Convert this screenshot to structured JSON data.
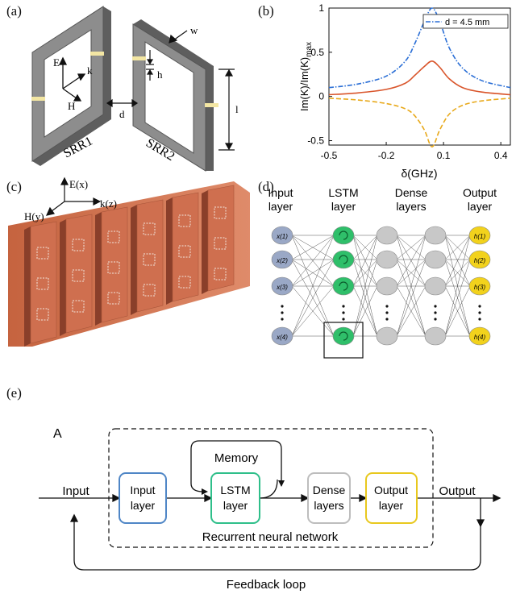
{
  "panels": {
    "a": {
      "label": "(a)",
      "srr1": "SRR1",
      "srr2": "SRR2",
      "axis_e": "E",
      "axis_k": "k",
      "axis_h": "H",
      "dim_d": "d",
      "dim_w": "w",
      "dim_h": "h",
      "dim_l": "l",
      "colors": {
        "ring": "#8d8d8d",
        "ring_dark": "#5e5e5e",
        "gap": "#f3e6a3"
      }
    },
    "b": {
      "label": "(b)",
      "ylabel": "Im(K)/Im(K)",
      "ylabel_sub": "max",
      "xlabel": "δ(GHz)",
      "legend": "d = 4.5 mm"
    },
    "c": {
      "label": "(c)",
      "axis_e": "E(x)",
      "axis_h": "H(y)",
      "axis_k": "k(z)",
      "colors": {
        "sheet": "#cf6f4f",
        "sheet_dark": "#8a3f2a"
      }
    },
    "d": {
      "label": "(d)",
      "layer_titles": [
        "Input\nlayer",
        "LSTM\nlayer",
        "Dense\nlayers",
        "Output\nlayer"
      ],
      "input_nodes": [
        "x(1)",
        "x(2)",
        "x(3)",
        "x(4)"
      ],
      "output_nodes": [
        "h(1)",
        "h(2)",
        "h(3)",
        "h(4)"
      ],
      "colors": {
        "input": "#9aa8c6",
        "lstm": "#2fbf6a",
        "dense": "#c8c8c8",
        "output": "#f2d21c"
      }
    },
    "e": {
      "label": "(e)",
      "corner_label": "A",
      "input_label": "Input",
      "output_label": "Output",
      "memory_label": "Memory",
      "rnn_label": "Recurrent neural network",
      "feedback_label": "Feedback loop",
      "boxes": [
        {
          "line1": "Input",
          "line2": "layer",
          "color": "#4f86c6"
        },
        {
          "line1": "LSTM",
          "line2": "layer",
          "color": "#2fbf8a"
        },
        {
          "line1": "Dense",
          "line2": "layers",
          "color": "#bdbdbd"
        },
        {
          "line1": "Output",
          "line2": "layer",
          "color": "#e8c81e"
        }
      ]
    }
  },
  "chart_data": {
    "type": "line",
    "title": "",
    "xlabel": "δ(GHz)",
    "ylabel": "Im(K)/Im(K)max",
    "xlim": [
      -0.5,
      0.45
    ],
    "ylim": [
      -0.55,
      1.0
    ],
    "xticks": [
      "-0.5",
      "-0.2",
      "0.1",
      "0.4"
    ],
    "yticks": [
      "1",
      "0.5",
      "0",
      "-0.5"
    ],
    "legend": "top-right",
    "grid": false,
    "series": [
      {
        "name": "d = 4.5 mm",
        "style": "dash-dot",
        "color": "#2b6fd6",
        "x": [
          -0.5,
          -0.35,
          -0.2,
          -0.1,
          -0.05,
          0.0,
          0.04,
          0.08,
          0.13,
          0.2,
          0.3,
          0.45
        ],
        "y": [
          0.1,
          0.14,
          0.23,
          0.4,
          0.6,
          0.85,
          1.0,
          0.85,
          0.55,
          0.32,
          0.18,
          0.1
        ]
      },
      {
        "style": "solid",
        "color": "#d9552b",
        "x": [
          -0.5,
          -0.35,
          -0.2,
          -0.1,
          -0.05,
          0.0,
          0.04,
          0.08,
          0.13,
          0.2,
          0.3,
          0.45
        ],
        "y": [
          0.02,
          0.04,
          0.08,
          0.15,
          0.24,
          0.34,
          0.4,
          0.33,
          0.2,
          0.1,
          0.05,
          0.02
        ]
      },
      {
        "style": "dashed",
        "color": "#e8a91b",
        "x": [
          -0.5,
          -0.35,
          -0.2,
          -0.1,
          -0.05,
          0.0,
          0.04,
          0.08,
          0.13,
          0.2,
          0.3,
          0.45
        ],
        "y": [
          -0.02,
          -0.04,
          -0.08,
          -0.14,
          -0.22,
          -0.38,
          -0.57,
          -0.38,
          -0.2,
          -0.1,
          -0.05,
          -0.02
        ]
      }
    ]
  }
}
